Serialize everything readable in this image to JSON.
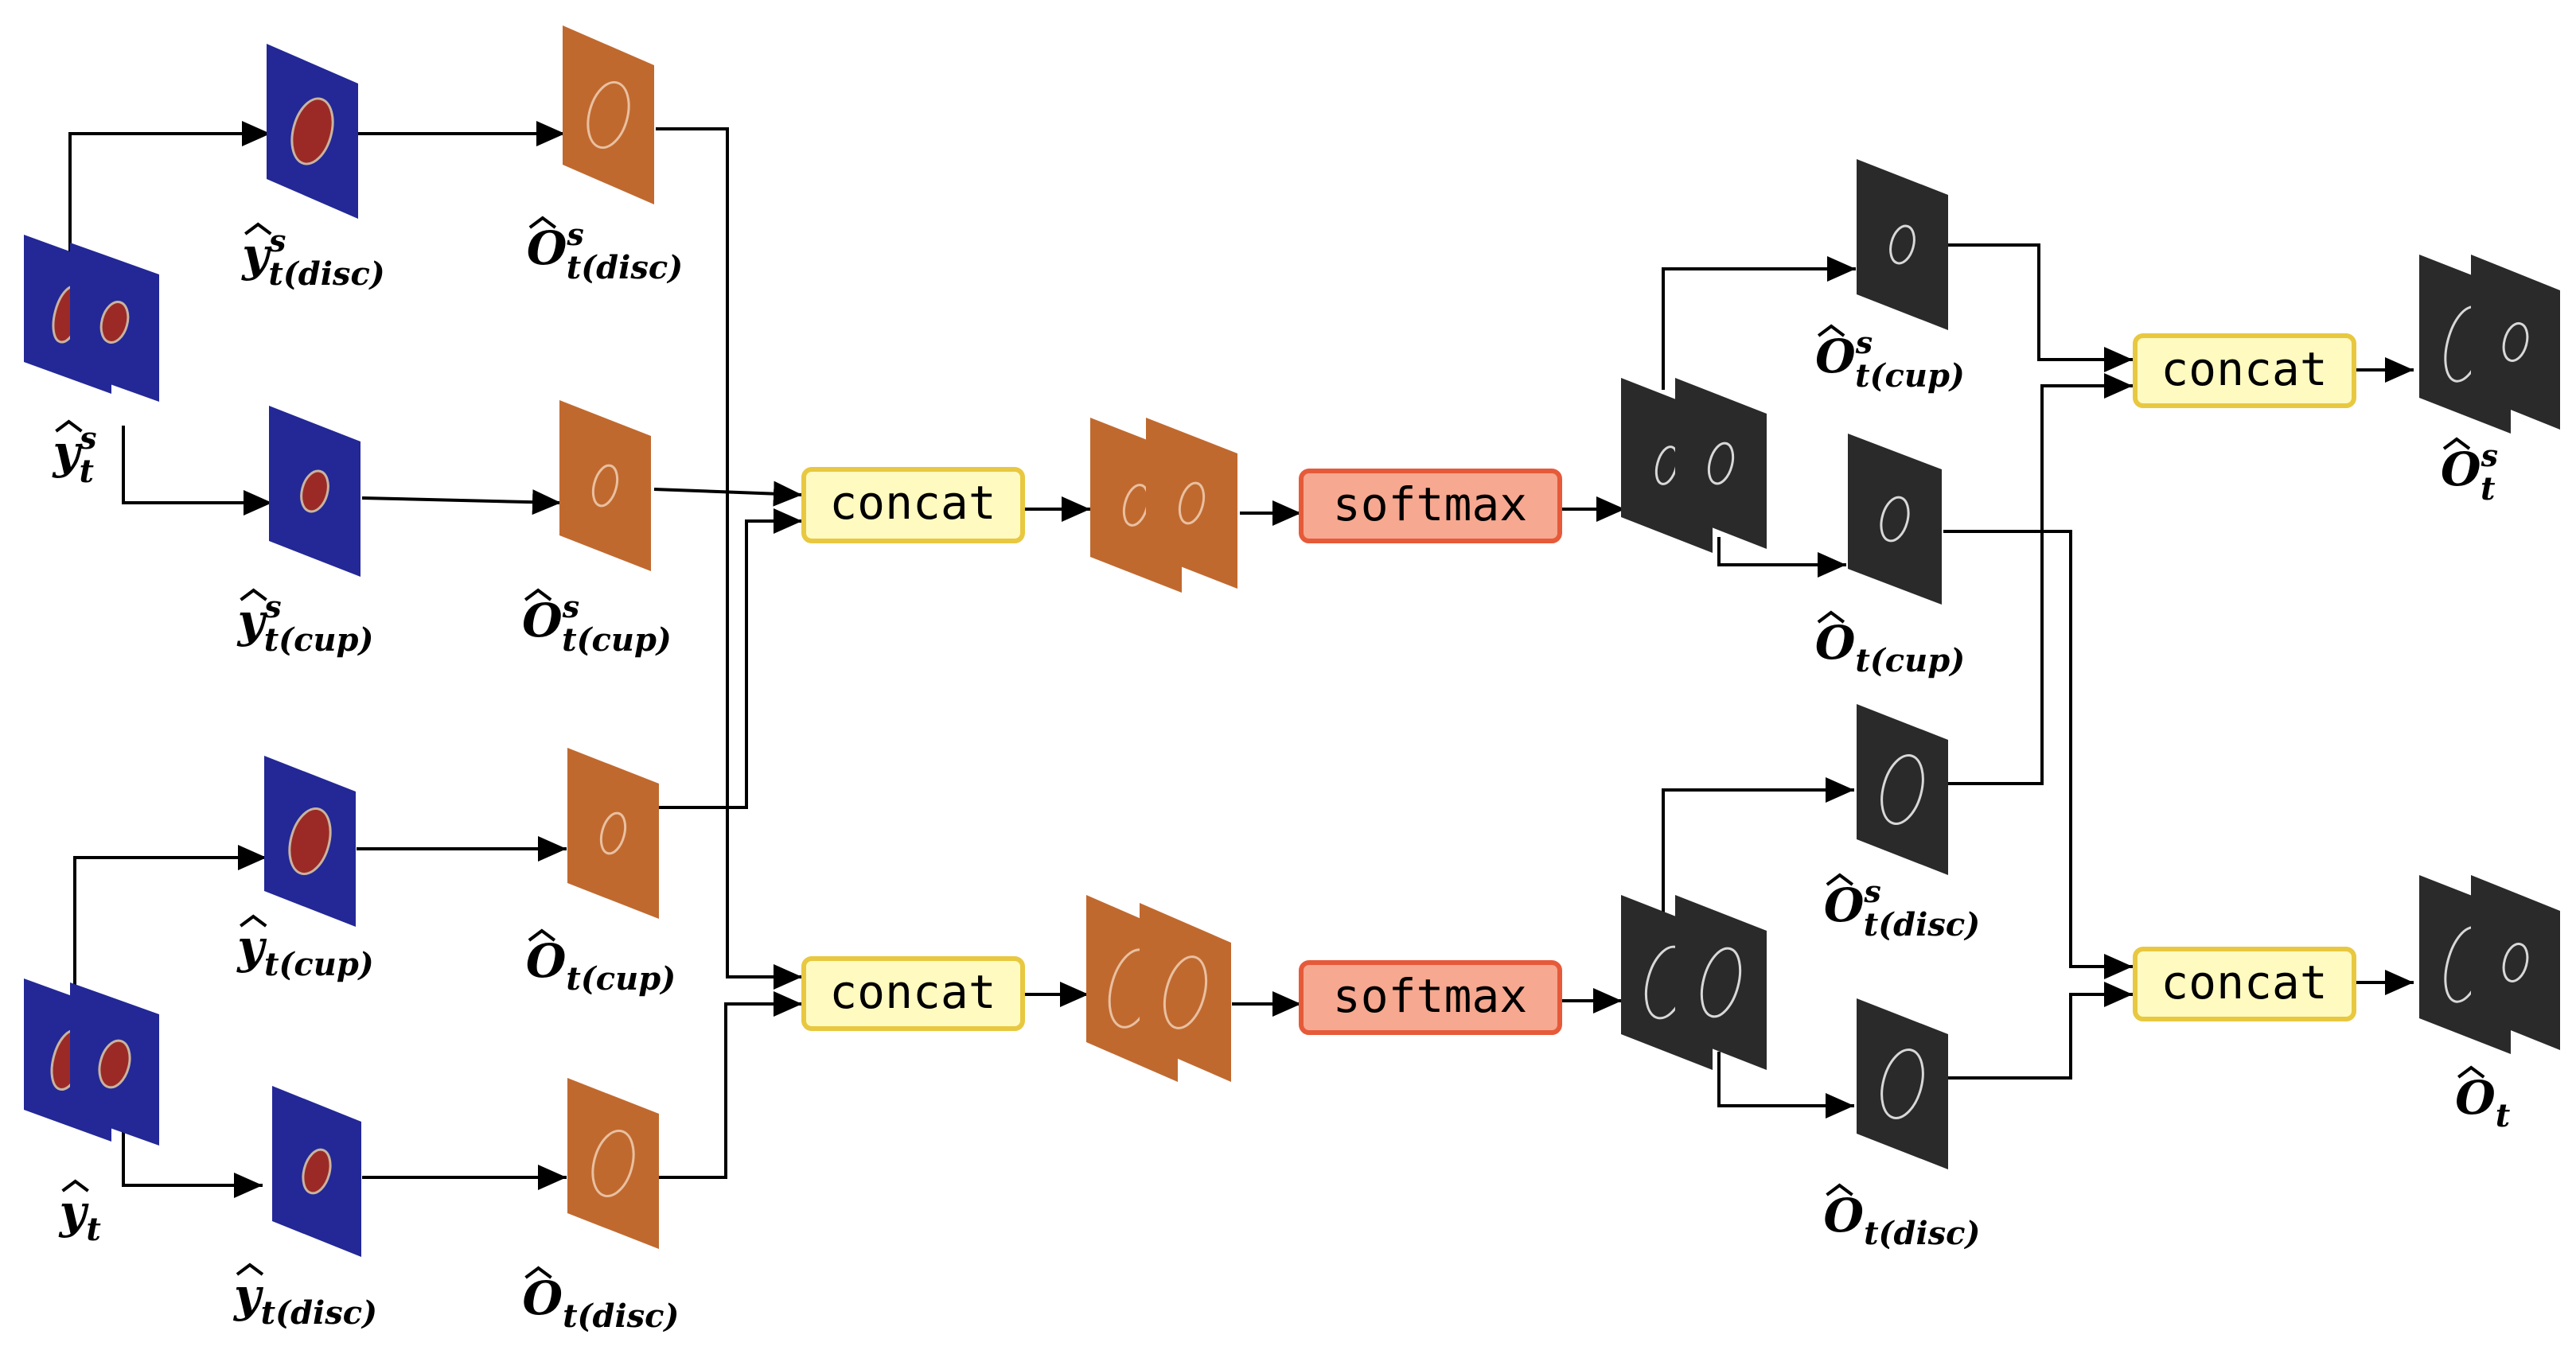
{
  "colors": {
    "input_map": "#232896",
    "input_fill": "#9b2a26",
    "orange_map": "#c0692f",
    "dark_map": "#2a2a2a",
    "concat_fill": "#fffac0",
    "concat_stroke": "#e8c840",
    "softmax_fill": "#f7a890",
    "softmax_stroke": "#e65a3a",
    "arrow": "#000000"
  },
  "boxes": {
    "concat_left_top": "concat",
    "concat_left_bottom": "concat",
    "softmax_top": "softmax",
    "softmax_bottom": "softmax",
    "concat_right_top": "concat",
    "concat_right_bottom": "concat"
  },
  "labels": {
    "y_t_s": {
      "base": "y",
      "sup": "s",
      "sub": "t"
    },
    "y_t_disc_s": {
      "base": "y",
      "sup": "s",
      "sub": "t(disc)"
    },
    "y_t_cup_s": {
      "base": "y",
      "sup": "s",
      "sub": "t(cup)"
    },
    "o_t_disc_s": {
      "base": "O",
      "sup": "s",
      "sub": "t(disc)"
    },
    "o_t_cup_s": {
      "base": "O",
      "sup": "s",
      "sub": "t(cup)"
    },
    "y_t": {
      "base": "y",
      "sup": "",
      "sub": "t"
    },
    "y_t_cup": {
      "base": "y",
      "sup": "",
      "sub": "t(cup)"
    },
    "y_t_disc": {
      "base": "y",
      "sup": "",
      "sub": "t(disc)"
    },
    "o_t_cup": {
      "base": "O",
      "sup": "",
      "sub": "t(cup)"
    },
    "o_t_disc": {
      "base": "O",
      "sup": "",
      "sub": "t(disc)"
    },
    "r_o_t_cup_s": {
      "base": "O",
      "sup": "s",
      "sub": "t(cup)"
    },
    "r_o_t_cup": {
      "base": "O",
      "sup": "",
      "sub": "t(cup)"
    },
    "r_o_t_disc_s": {
      "base": "O",
      "sup": "s",
      "sub": "t(disc)"
    },
    "r_o_t_disc": {
      "base": "O",
      "sup": "",
      "sub": "t(disc)"
    },
    "o_t_s": {
      "base": "O",
      "sup": "s",
      "sub": "t"
    },
    "o_t": {
      "base": "O",
      "sup": "",
      "sub": "t"
    }
  }
}
